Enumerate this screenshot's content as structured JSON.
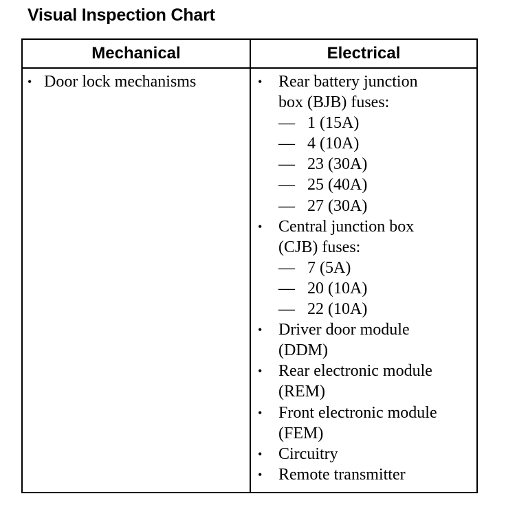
{
  "title": "Visual Inspection Chart",
  "table": {
    "headers": {
      "mechanical": "Mechanical",
      "electrical": "Electrical"
    },
    "mechanical": [
      {
        "bullet": "•",
        "text": "Door lock mechanisms"
      }
    ],
    "electrical": [
      {
        "bullet": "•",
        "lines": [
          "Rear battery junction",
          "box (BJB) fuses:"
        ],
        "subs": [
          "1 (15A)",
          "4 (10A)",
          "23 (30A)",
          "25 (40A)",
          "27 (30A)"
        ]
      },
      {
        "bullet": "•",
        "lines": [
          "Central junction box",
          "(CJB) fuses:"
        ],
        "subs": [
          "7 (5A)",
          "20 (10A)",
          "22 (10A)"
        ]
      },
      {
        "bullet": "•",
        "lines": [
          "Driver door module",
          "(DDM)"
        ]
      },
      {
        "bullet": "•",
        "lines": [
          "Rear electronic module",
          "(REM)"
        ]
      },
      {
        "bullet": "•",
        "lines": [
          "Front electronic module",
          "(FEM)"
        ]
      },
      {
        "bullet": "•",
        "lines": [
          "Circuitry"
        ]
      },
      {
        "bullet": "•",
        "lines": [
          "Remote transmitter"
        ]
      }
    ],
    "dash": "—"
  }
}
